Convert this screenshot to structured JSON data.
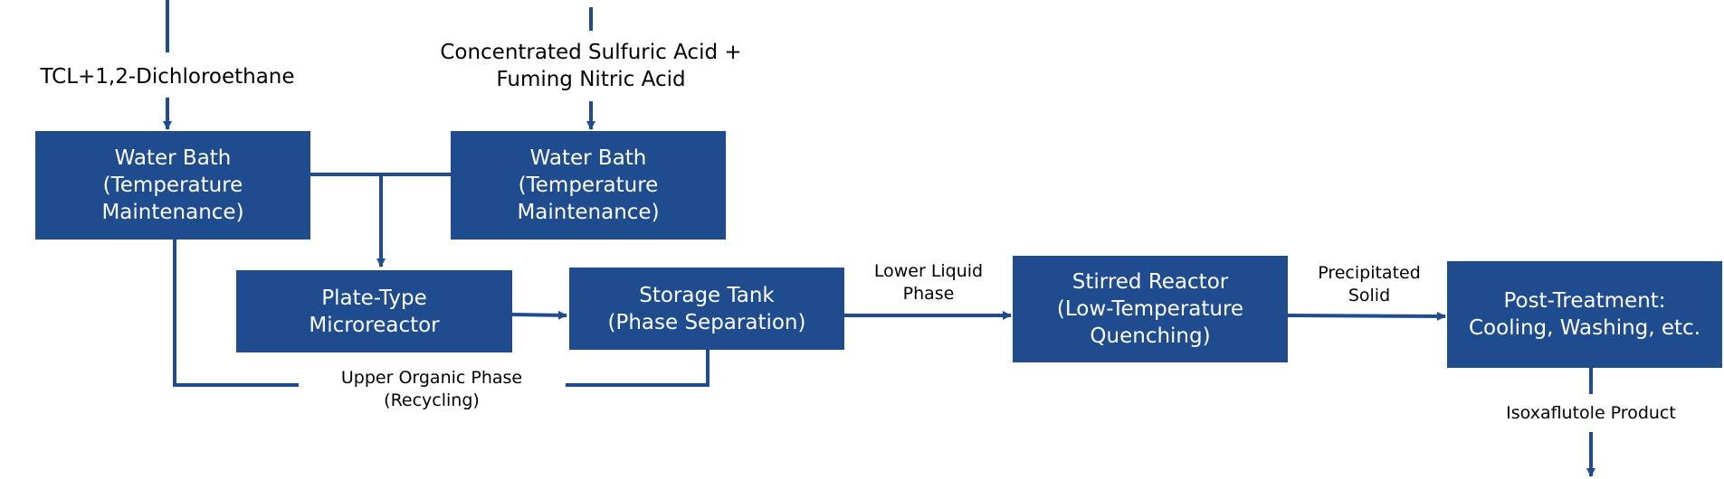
{
  "colors": {
    "node_fill": "#1f4b8f",
    "node_text": "#ffffff",
    "connector": "#1f4b8f",
    "label_text": "#000000"
  },
  "nodes": {
    "water_bath_left": [
      "Water Bath",
      "(Temperature",
      "Maintenance)"
    ],
    "water_bath_right": [
      "Water Bath",
      "(Temperature",
      "Maintenance)"
    ],
    "plate_microreactor": [
      "Plate-Type",
      "Microreactor"
    ],
    "storage_tank": [
      "Storage Tank",
      "(Phase Separation)"
    ],
    "stirred_reactor": [
      "Stirred Reactor",
      "(Low-Temperature",
      "Quenching)"
    ],
    "post_treatment": [
      "Post-Treatment:",
      "Cooling, Washing, etc."
    ]
  },
  "labels": {
    "feed_left": [
      "TCL+1,2-Dichloroethane"
    ],
    "feed_right": [
      "Concentrated Sulfuric Acid +",
      "Fuming Nitric Acid"
    ],
    "lower_liquid": [
      "Lower Liquid",
      "Phase"
    ],
    "precipitated": [
      "Precipitated",
      "Solid"
    ],
    "upper_organic": [
      "Upper Organic Phase",
      "(Recycling)"
    ],
    "product": [
      "Isoxaflutole Product"
    ]
  }
}
